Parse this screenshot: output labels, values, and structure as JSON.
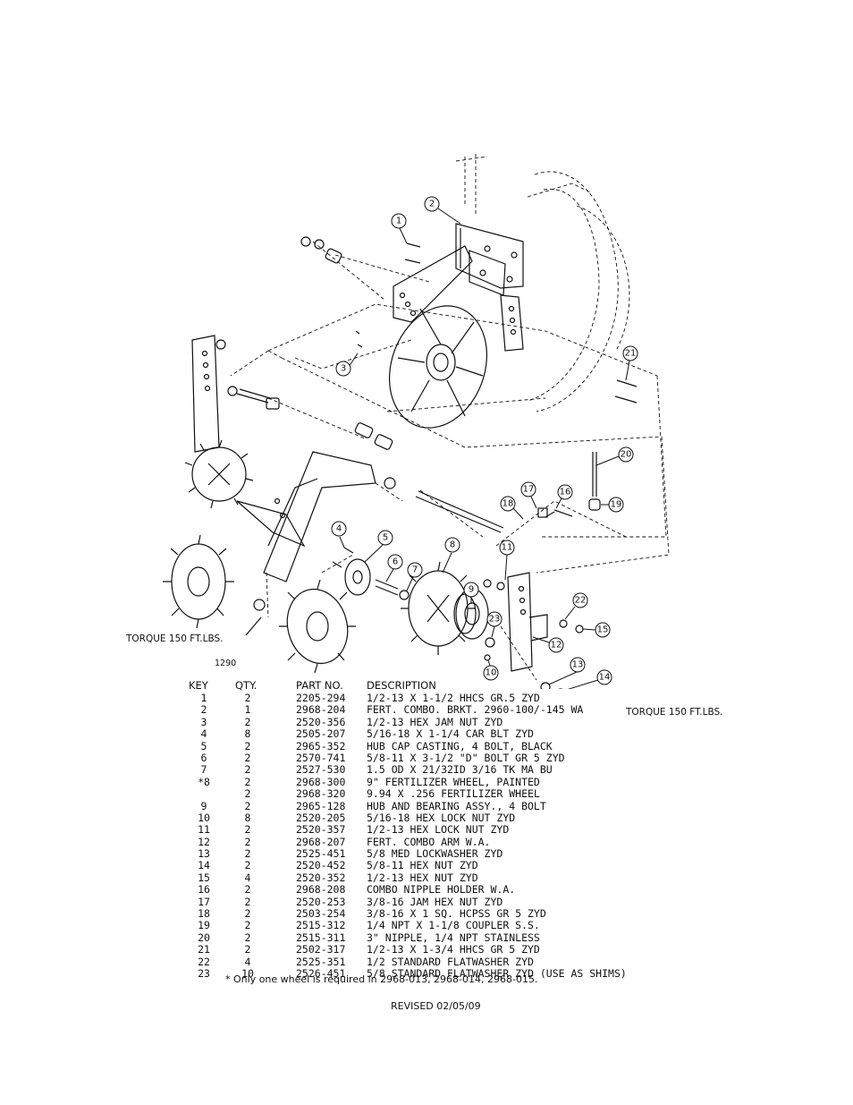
{
  "diagram": {
    "drawing_number": "1290",
    "torque_notes": {
      "left": "TORQUE 150 FT.LBS.",
      "right": "TORQUE 150 FT.LBS."
    },
    "callouts": [
      "1",
      "2",
      "3",
      "4",
      "5",
      "6",
      "7",
      "8",
      "9",
      "10",
      "11",
      "12",
      "13",
      "14",
      "15",
      "16",
      "17",
      "18",
      "19",
      "20",
      "21",
      "22",
      "23"
    ]
  },
  "parts_table": {
    "headers": {
      "key": "KEY",
      "qty": "QTY.",
      "part": "PART NO.",
      "desc": "DESCRIPTION"
    },
    "rows": [
      {
        "key": "1",
        "qty": "2",
        "part": "2205-294",
        "desc": "1/2-13 X 1-1/2 HHCS GR.5 ZYD"
      },
      {
        "key": "2",
        "qty": "1",
        "part": "2968-204",
        "desc": "FERT. COMBO. BRKT. 2960-100/-145 WA"
      },
      {
        "key": "3",
        "qty": "2",
        "part": "2520-356",
        "desc": "1/2-13 HEX JAM NUT ZYD"
      },
      {
        "key": "4",
        "qty": "8",
        "part": "2505-207",
        "desc": "5/16-18 X 1-1/4 CAR BLT ZYD"
      },
      {
        "key": "5",
        "qty": "2",
        "part": "2965-352",
        "desc": "HUB CAP CASTING, 4 BOLT, BLACK"
      },
      {
        "key": "6",
        "qty": "2",
        "part": "2570-741",
        "desc": "5/8-11 X 3-1/2 \"D\" BOLT GR 5 ZYD"
      },
      {
        "key": "7",
        "qty": "2",
        "part": "2527-530",
        "desc": "1.5 OD X 21/32ID 3/16 TK MA BU"
      },
      {
        "key": "*8",
        "qty": "2",
        "part": "2968-300",
        "desc": "9\" FERTILIZER WHEEL, PAINTED"
      },
      {
        "key": "",
        "qty": "2",
        "part": "2968-320",
        "desc": "9.94 X .256 FERTILIZER WHEEL"
      },
      {
        "key": "9",
        "qty": "2",
        "part": "2965-128",
        "desc": "HUB AND BEARING ASSY., 4 BOLT"
      },
      {
        "key": "10",
        "qty": "8",
        "part": "2520-205",
        "desc": "5/16-18 HEX LOCK NUT ZYD"
      },
      {
        "key": "11",
        "qty": "2",
        "part": "2520-357",
        "desc": "1/2-13 HEX LOCK NUT ZYD"
      },
      {
        "key": "12",
        "qty": "2",
        "part": "2968-207",
        "desc": "FERT. COMBO ARM W.A."
      },
      {
        "key": "13",
        "qty": "2",
        "part": "2525-451",
        "desc": "5/8 MED LOCKWASHER ZYD"
      },
      {
        "key": "14",
        "qty": "2",
        "part": "2520-452",
        "desc": "5/8-11 HEX NUT ZYD"
      },
      {
        "key": "15",
        "qty": "4",
        "part": "2520-352",
        "desc": "1/2-13 HEX NUT ZYD"
      },
      {
        "key": "16",
        "qty": "2",
        "part": "2968-208",
        "desc": "COMBO NIPPLE HOLDER W.A."
      },
      {
        "key": "17",
        "qty": "2",
        "part": "2520-253",
        "desc": "3/8-16 JAM HEX NUT ZYD"
      },
      {
        "key": "18",
        "qty": "2",
        "part": "2503-254",
        "desc": "3/8-16 X 1 SQ. HCPSS GR 5 ZYD"
      },
      {
        "key": "19",
        "qty": "2",
        "part": "2515-312",
        "desc": "1/4 NPT X 1-1/8 COUPLER S.S."
      },
      {
        "key": "20",
        "qty": "2",
        "part": "2515-311",
        "desc": "3\" NIPPLE, 1/4 NPT STAINLESS"
      },
      {
        "key": "21",
        "qty": "2",
        "part": "2502-317",
        "desc": "1/2-13 X 1-3/4 HHCS GR 5 ZYD"
      },
      {
        "key": "22",
        "qty": "4",
        "part": "2525-351",
        "desc": "1/2 STANDARD FLATWASHER ZYD"
      },
      {
        "key": "23",
        "qty": "10",
        "part": "2526-451",
        "desc": "5/8 STANDARD FLATWASHER ZYD (USE AS SHIMS)"
      }
    ]
  },
  "footnote": "* Only one wheel is required in 2968-013, 2968-014, 2968-015.",
  "revised": "REVISED 02/05/09"
}
